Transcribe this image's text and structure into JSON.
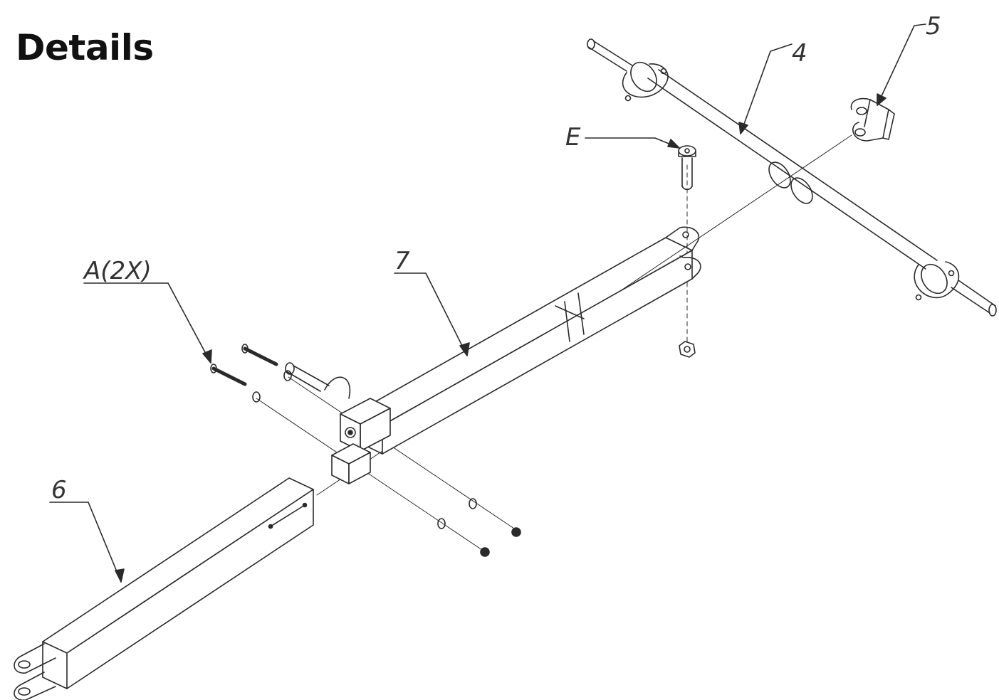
{
  "header": {
    "title": "Details"
  },
  "callouts": {
    "frame_rear": "6",
    "frame_front": "7",
    "axle": "4",
    "bracket": "5",
    "pin": "E",
    "bolts": "A(2X)"
  },
  "colors": {
    "line": "#2a2a2a",
    "background": "#ffffff",
    "title": "#111111"
  }
}
